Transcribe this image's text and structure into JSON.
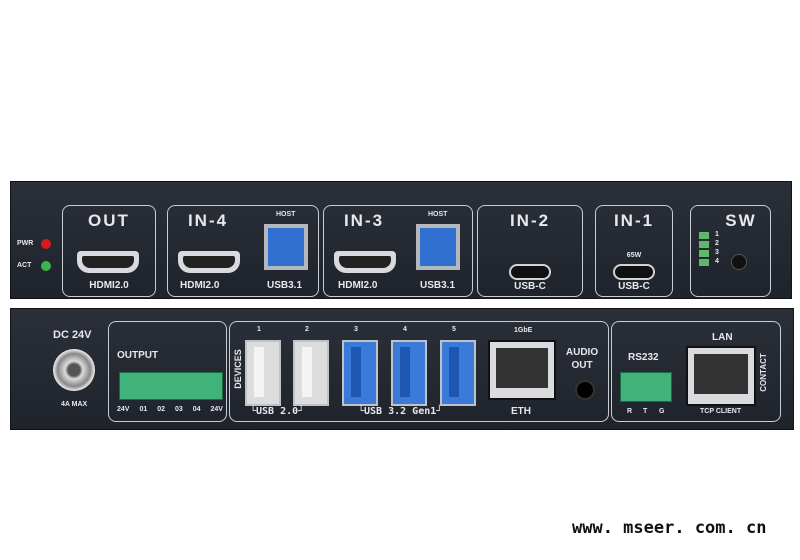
{
  "front": {
    "leds": [
      {
        "label": "PWR",
        "color": "#d41a1a"
      },
      {
        "label": "ACT",
        "color": "#39b54a"
      }
    ],
    "out": {
      "title": "OUT",
      "port": "HDMI2.0"
    },
    "in4": {
      "title": "IN-4",
      "hdmi": "HDMI2.0",
      "host": "HOST",
      "usb": "USB3.1"
    },
    "in3": {
      "title": "IN-3",
      "hdmi": "HDMI2.0",
      "host": "HOST",
      "usb": "USB3.1"
    },
    "in2": {
      "title": "IN-2",
      "port": "USB-C"
    },
    "in1": {
      "title": "IN-1",
      "power": "65W",
      "port": "USB-C"
    },
    "sw": {
      "title": "SW",
      "leds": [
        "1",
        "2",
        "3",
        "4"
      ]
    }
  },
  "rear": {
    "dc": {
      "title": "DC 24V",
      "sub": "4A MAX"
    },
    "output": {
      "title": "OUTPUT",
      "pins": [
        "24V",
        "01",
        "02",
        "03",
        "04",
        "24V"
      ]
    },
    "usb": {
      "devices": "DEVICES",
      "ports": [
        "1",
        "2",
        "3",
        "4",
        "5"
      ],
      "usb2": "└USB 2.0┘",
      "usb3": "└USB 3.2 Gen1┘"
    },
    "eth": {
      "top": "1GbE",
      "label": "ETH"
    },
    "audio": {
      "label": "AUDIO OUT"
    },
    "rs232": {
      "title": "RS232",
      "pins": [
        "R",
        "T",
        "G"
      ]
    },
    "lan": {
      "title": "LAN",
      "sub": "TCP CLIENT",
      "side": "CONTACT"
    }
  },
  "watermark": "www. mseer. com. cn"
}
